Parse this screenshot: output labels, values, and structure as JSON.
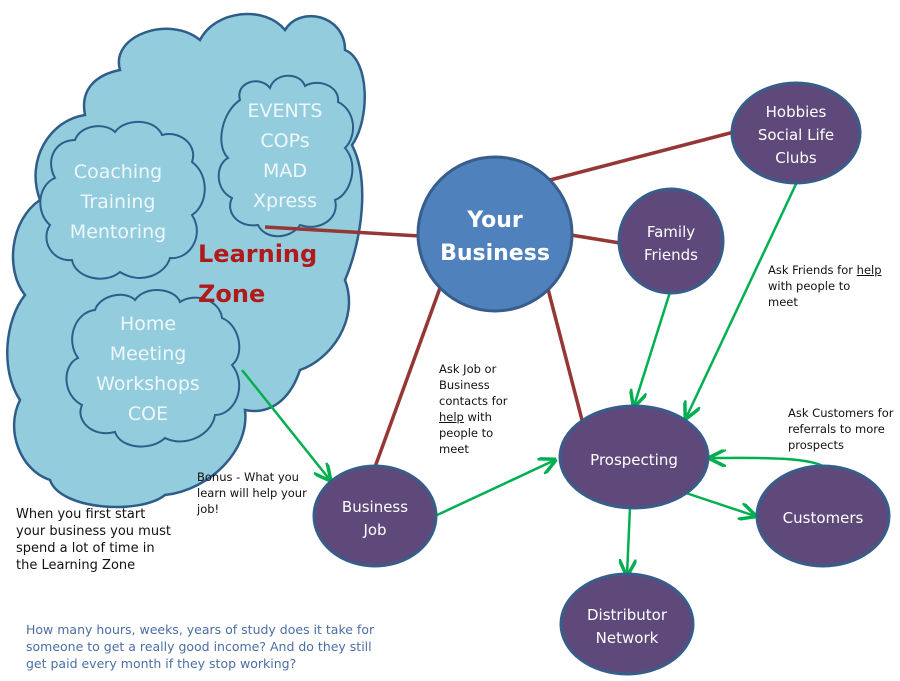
{
  "learning_zone": {
    "title_line1": "Learning",
    "title_line2": "Zone",
    "clouds": [
      {
        "lines": [
          "EVENTS",
          "COPs",
          "MAD",
          "Xpress"
        ]
      },
      {
        "lines": [
          "Coaching",
          "Training",
          "Mentoring"
        ]
      },
      {
        "lines": [
          "Home",
          "Meeting",
          "Workshops",
          "COE"
        ]
      }
    ]
  },
  "nodes": {
    "your_business": {
      "line1": "Your",
      "line2": "Business"
    },
    "hobbies": {
      "line1": "Hobbies",
      "line2": "Social Life",
      "line3": "Clubs"
    },
    "family": {
      "line1": "Family",
      "line2": "Friends"
    },
    "prospecting": {
      "line1": "Prospecting"
    },
    "business_job": {
      "line1": "Business",
      "line2": "Job"
    },
    "customers": {
      "line1": "Customers"
    },
    "distributor": {
      "line1": "Distributor",
      "line2": "Network"
    }
  },
  "notes": {
    "ask_friends_pre": "Ask Friends for ",
    "ask_friends_link": "help",
    "ask_friends_post": "\nwith people to\nmeet",
    "ask_job_pre": "Ask Job or\nBusiness\ncontacts for\n",
    "ask_job_link": "help",
    "ask_job_post": " with\npeople to\nmeet",
    "ask_customers": "Ask Customers for\nreferrals to more\nprospects",
    "bonus": "Bonus - What you\nlearn will help your\njob!",
    "first_start": "When you first start\nyour business you must\nspend a  lot of time in\nthe Learning Zone",
    "question": "How many hours, weeks, years of study does it take for\nsomeone to get a really good income?  And do they still\nget paid every month if they stop working?"
  },
  "colors": {
    "cloud_fill": "#93cddd",
    "cloud_stroke": "#2f5d8a",
    "your_business_fill": "#4f81bd",
    "node_fill": "#5f497a",
    "node_stroke": "#385d8a",
    "red_line": "#953735",
    "green_arrow": "#00b050",
    "learning_zone_text": "#b01a1a",
    "question_text": "#4a6fa5"
  }
}
